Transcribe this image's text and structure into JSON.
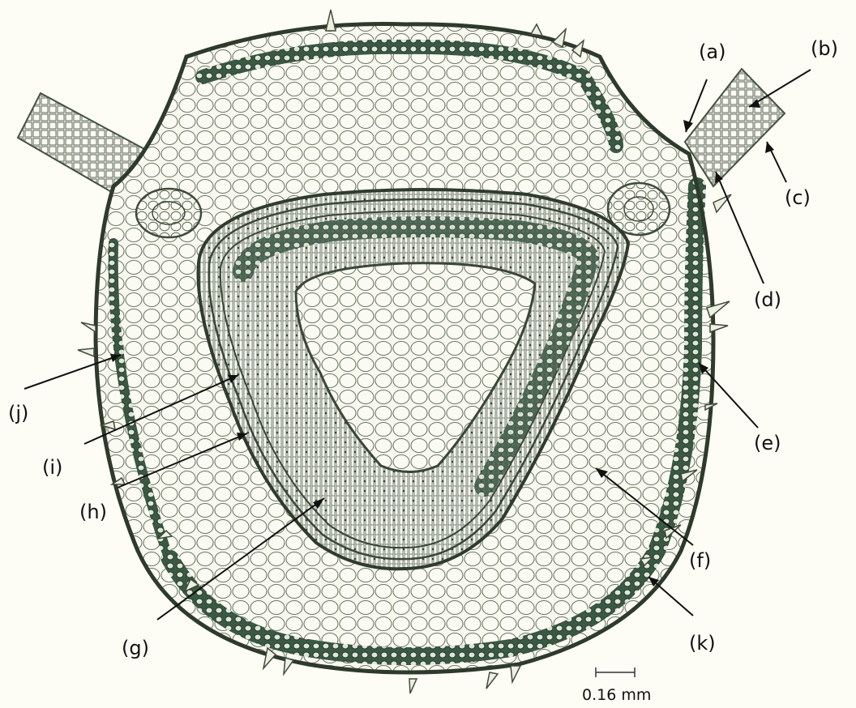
{
  "labels": {
    "a": "(a)",
    "b": "(b)",
    "c": "(c)",
    "d": "(d)",
    "e": "(e)",
    "f": "(f)",
    "g": "(g)",
    "h": "(h)",
    "i": "(i)",
    "j": "(j)",
    "k": "(k)"
  },
  "scale_bar": {
    "label": "0.16 mm"
  },
  "colors": {
    "background": "#fdfdf6",
    "cell_wall": "#6f7a68",
    "dark_tissue": "#2f4a36",
    "cell_fill": "#f7f7ee"
  }
}
